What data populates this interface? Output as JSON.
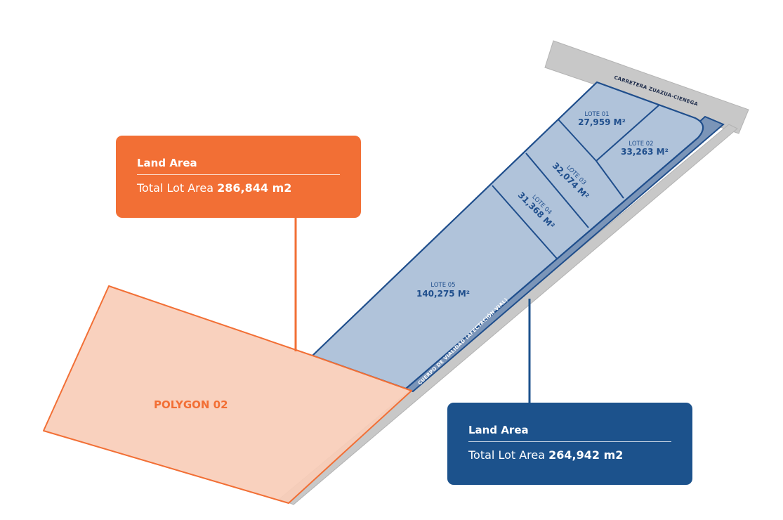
{
  "road": {
    "label": "CARRETERA ZUAZUA-CIENEGA",
    "fill": "#c8c8c8"
  },
  "street_label": "CUERPO DE VIALIDAD (AFECTACIÓN VIAL)",
  "polygon": {
    "label": "POLYGON 02",
    "fill": "#f9cdb8",
    "stroke": "#f26f35"
  },
  "lots": [
    {
      "name": "LOTE 01",
      "area": "27,959 M²"
    },
    {
      "name": "LOTE 02",
      "area": "33,263 M²"
    },
    {
      "name": "LOTE 03",
      "area": "32,074 M²"
    },
    {
      "name": "LOTE 04",
      "area": "31,368 M²"
    },
    {
      "name": "LOTE 05",
      "area": "140,275 M²"
    }
  ],
  "lot_colors": {
    "fill": "#b0c3da",
    "stroke": "#1f4e8c",
    "strip": "#7b95b8"
  },
  "callout_polygon": {
    "title": "Land Area",
    "prefix": "Total Lot Area",
    "value": "286,844 m2",
    "color": "#f26f35"
  },
  "callout_lots": {
    "title": "Land Area",
    "prefix": "Total Lot Area",
    "value": "264,942 m2",
    "color": "#1c528c"
  }
}
